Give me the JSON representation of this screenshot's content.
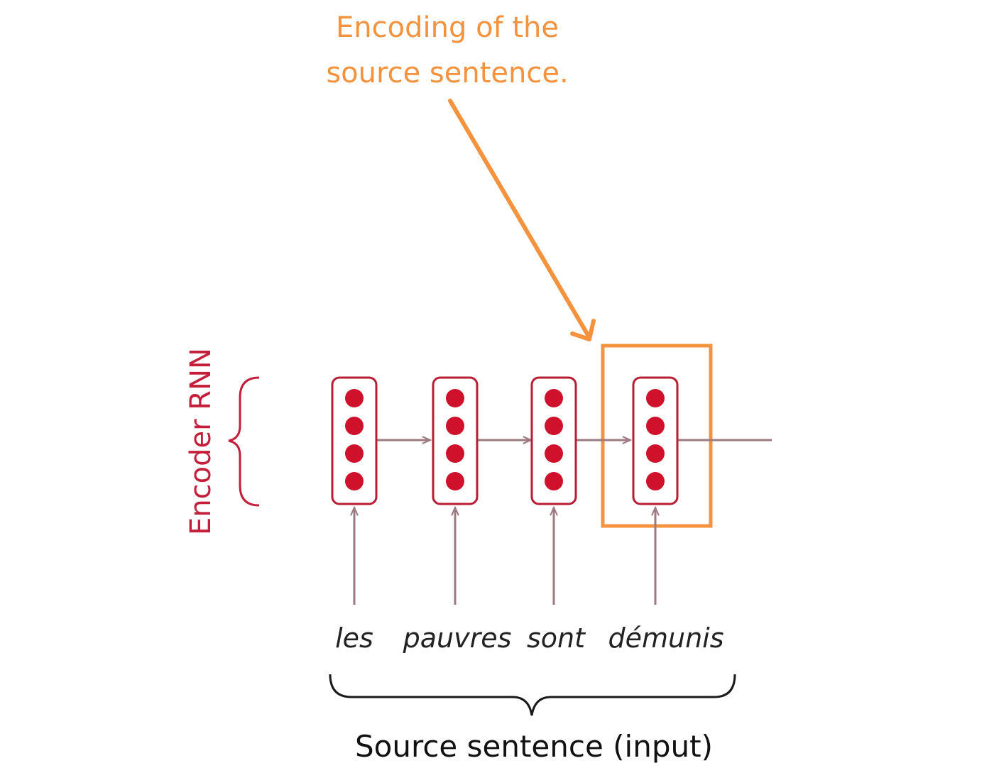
{
  "callout": {
    "line1": "Encoding of the",
    "line2": "source sentence."
  },
  "encoder_label": "Encoder RNN",
  "words": [
    "les",
    "pauvres",
    "sont",
    "démunis"
  ],
  "caption": "Source sentence (input)",
  "colors": {
    "callout": "#f5923e",
    "encoder": "#c41e3a",
    "neuron": "#d0112b",
    "arrow": "#9e7b80",
    "text": "#222222"
  },
  "cells": [
    {
      "word": "les",
      "neurons": 4,
      "highlighted": false
    },
    {
      "word": "pauvres",
      "neurons": 4,
      "highlighted": false
    },
    {
      "word": "sont",
      "neurons": 4,
      "highlighted": false
    },
    {
      "word": "démunis",
      "neurons": 4,
      "highlighted": true
    }
  ]
}
